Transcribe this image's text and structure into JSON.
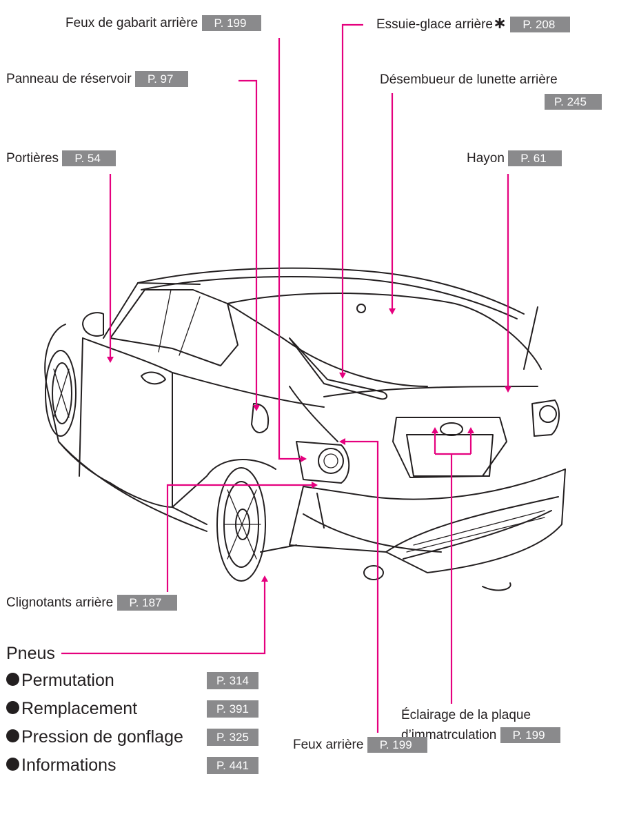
{
  "colors": {
    "accent": "#e5007e",
    "badge": "#8a8a8c",
    "ink": "#231f20"
  },
  "callouts": {
    "feux_gabarit": {
      "label": "Feux de gabarit arrière",
      "page": "P. 199"
    },
    "essuie_glace": {
      "label": "Essuie-glace arrière",
      "marker": "∗",
      "page": "P. 208"
    },
    "panneau_reservoir": {
      "label": "Panneau de réservoir",
      "page": "P. 97"
    },
    "desembueur": {
      "label": "Désembueur de lunette arrière",
      "page": "P. 245"
    },
    "portieres": {
      "label": "Portières",
      "page": "P. 54"
    },
    "hayon": {
      "label": "Hayon",
      "page": "P. 61"
    },
    "clignotants": {
      "label": "Clignotants arrière",
      "page": "P. 187"
    },
    "eclairage_plaque": {
      "label_line1": "Éclairage de la plaque",
      "label_line2": "d’immatrculation",
      "page": "P. 199"
    },
    "feux_arriere": {
      "label": "Feux arrière",
      "page": "P. 199"
    }
  },
  "pneus": {
    "title": "Pneus",
    "items": [
      {
        "label": "Permutation",
        "page": "P. 314"
      },
      {
        "label": "Remplacement",
        "page": "P. 391"
      },
      {
        "label": "Pression de gonflage",
        "page": "P. 325"
      },
      {
        "label": "Informations",
        "page": "P. 441"
      }
    ]
  }
}
